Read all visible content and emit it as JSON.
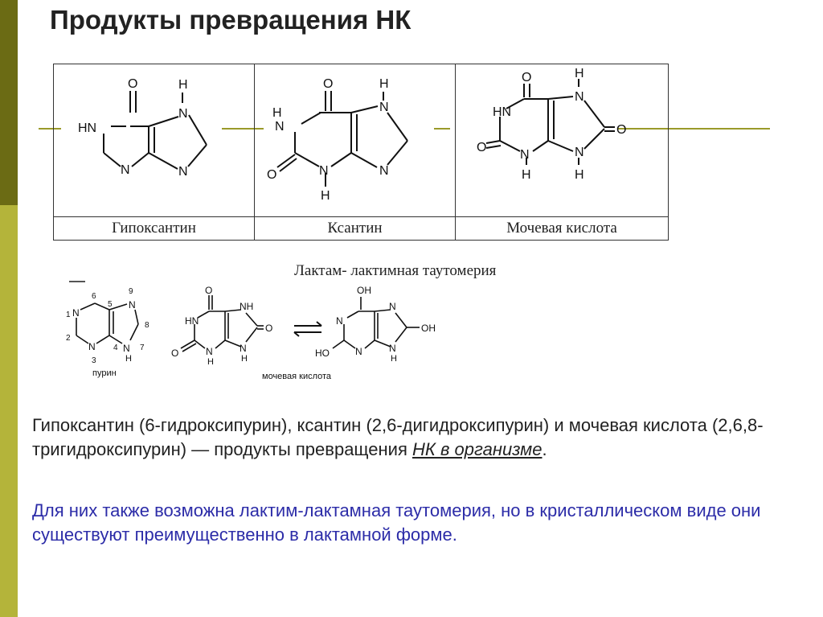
{
  "slide": {
    "title": "Продукты превращения НК",
    "table": {
      "names": [
        "Гипоксантин",
        "Ксантин",
        "Мочевая кислота"
      ]
    },
    "caption": "Лактам- лактимная таутомерия",
    "figure_labels": {
      "purine": "пурин",
      "uric_acid": "мочевая кислота"
    },
    "paragraph1_part1": "Гипоксантин (6-гидроксипурин), ксантин (2,6-дигидроксипурин) и мочевая кислота (2,6,8-тригидроксипурин) — продукты превращения ",
    "paragraph1_link": "НК в организме",
    "paragraph1_end": ".",
    "paragraph2": "Для них также возможна лактим-лактамная таутомерия, но в кристаллическом виде они существуют преимущественно в лактамной форме.",
    "colors": {
      "sidebar_dark": "#6b6b14",
      "sidebar_light": "#b4b43a",
      "rule": "#9a9a2a",
      "highlight_text": "#2c2ca8"
    }
  }
}
